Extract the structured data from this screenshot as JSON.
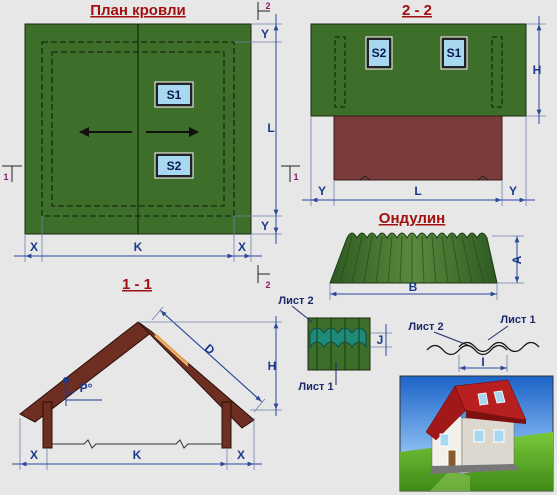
{
  "titles": {
    "plan": "План кровли",
    "section22": "2 - 2",
    "ondulin": "Ондулин",
    "section11": "1 - 1"
  },
  "windows": {
    "s1": "S1",
    "s2": "S2"
  },
  "dims": {
    "x": "X",
    "k": "K",
    "l": "L",
    "y": "Y",
    "h": "H",
    "a": "A",
    "b": "B",
    "d": "D",
    "j": "J",
    "i": "I",
    "p": "P°"
  },
  "markers": {
    "one": "1",
    "two": "2"
  },
  "sheets": {
    "sheet1": "Лист 1",
    "sheet2": "Лист 2"
  },
  "colors": {
    "roof_green": "#3d6e2a",
    "wall_brown": "#7a3b3b",
    "rafter_brown": "#6e2e22",
    "title_red": "#a01010",
    "dim_blue": "#1d3a8a"
  }
}
